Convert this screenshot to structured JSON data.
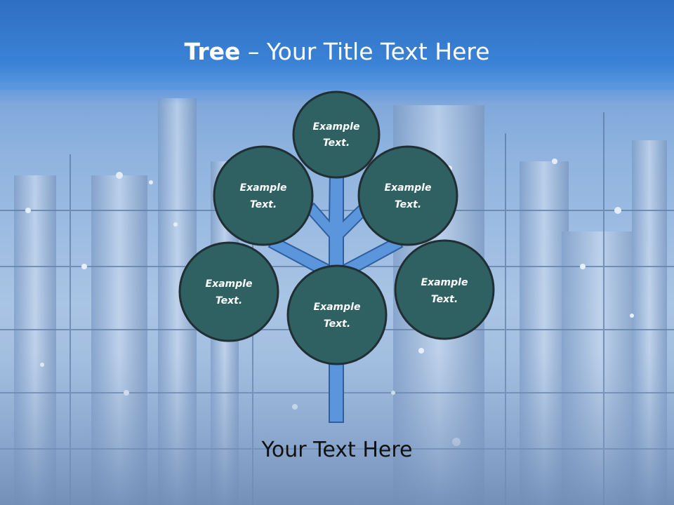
{
  "title": {
    "bold": "Tree",
    "rest": " – Your Title Text Here"
  },
  "nodes": [
    {
      "id": "top",
      "line1": "Example",
      "line2": "Text."
    },
    {
      "id": "upper-left",
      "line1": "Example",
      "line2": "Text."
    },
    {
      "id": "upper-right",
      "line1": "Example",
      "line2": "Text."
    },
    {
      "id": "lower-left",
      "line1": "Example",
      "line2": "Text."
    },
    {
      "id": "center",
      "line1": "Example",
      "line2": "Text."
    },
    {
      "id": "lower-right",
      "line1": "Example",
      "line2": "Text."
    }
  ],
  "footer": "Your Text Here",
  "colors": {
    "header": "#3a82d6",
    "node_fill": "#2f6163",
    "node_stroke": "#1f2f33",
    "trunk_fill": "#5b95dc",
    "trunk_stroke": "#2e5f9e"
  }
}
